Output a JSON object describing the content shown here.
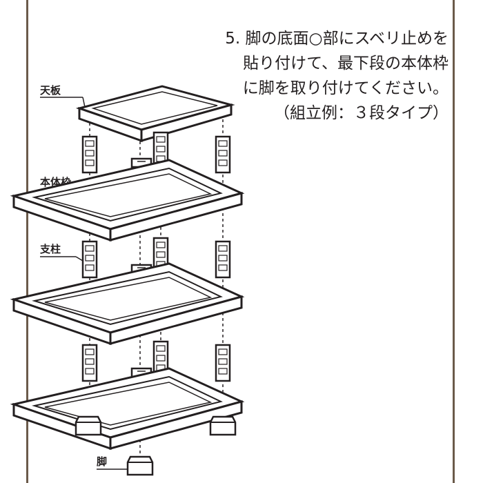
{
  "instructions": {
    "line1": "5. 脚の底面○部にスベリ止めを",
    "line2": "貼り付けて、最下段の本体枠",
    "line3": "に脚を取り付けてください。",
    "line4": "（組立例：３段タイプ）"
  },
  "labels": {
    "top_board": "天板",
    "main_frame": "本体枠",
    "support_post": "支柱",
    "leg": "脚"
  }
}
